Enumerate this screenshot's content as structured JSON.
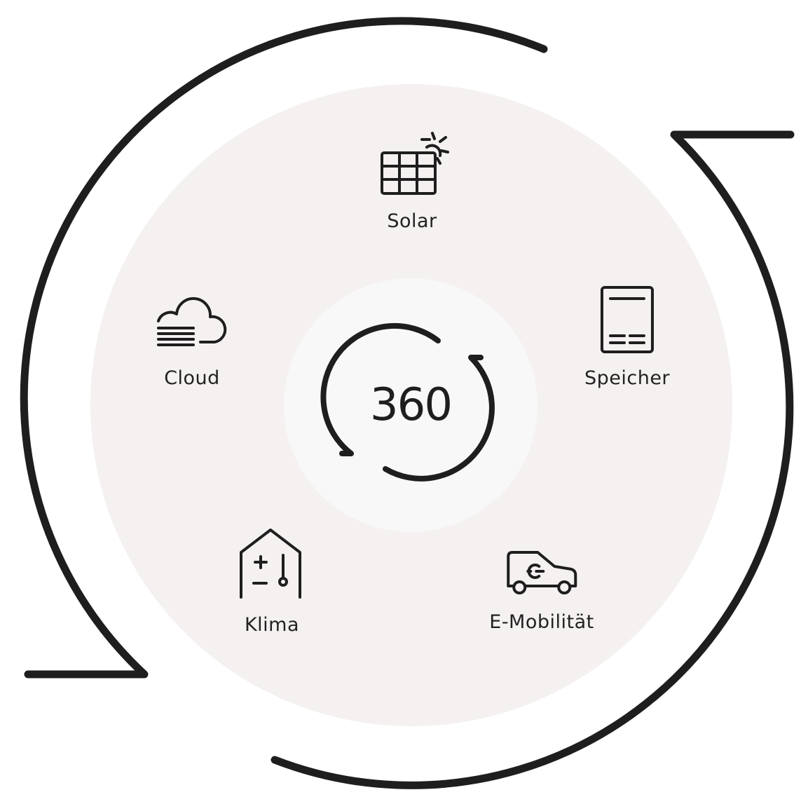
{
  "center": {
    "number": "360",
    "icon": "circular-arrows-icon"
  },
  "colors": {
    "background": "#ffffff",
    "outer_disc": "#f4f1f0",
    "inner_disc": "#f9f8f8",
    "stroke": "#1e1e1e"
  },
  "items": [
    {
      "label": "Solar",
      "icon": "solar-panel-icon"
    },
    {
      "label": "Speicher",
      "icon": "battery-storage-icon"
    },
    {
      "label": "E-Mobilität",
      "icon": "electric-car-icon"
    },
    {
      "label": "Klima",
      "icon": "house-climate-icon"
    },
    {
      "label": "Cloud",
      "icon": "cloud-icon"
    }
  ]
}
